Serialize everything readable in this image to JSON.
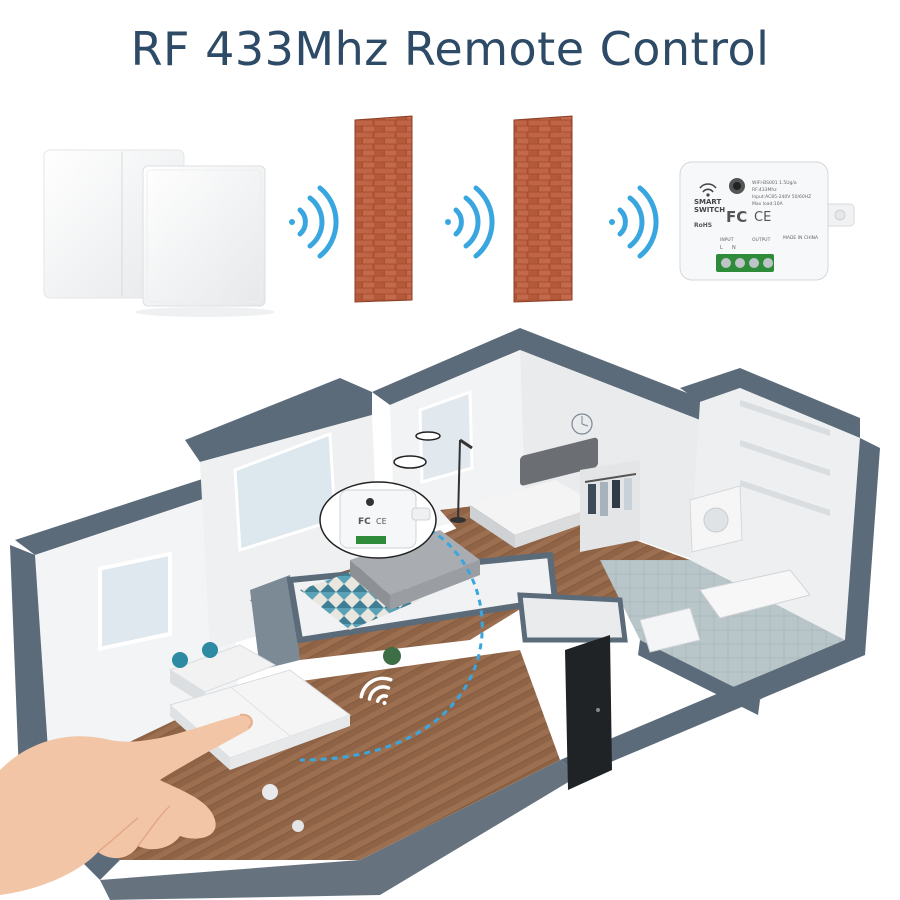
{
  "title": "RF 433Mhz Remote Control",
  "colors": {
    "title": "#2d4a66",
    "signal": "#3aa6e0",
    "brick": "#b3563d",
    "terminal_block": "#2e8b3a",
    "floor": "#9a6e4e",
    "walls": "#5b6b7a"
  },
  "receiver": {
    "brand": "SMART\nSWITCH",
    "brand_line1": "SMART",
    "brand_line2": "SWITCH",
    "spec_line1": "WIFI-BS001 1.5Ug/a",
    "spec_line2": "RF:433Mhz",
    "spec_line3": "Input:AC85-240V 50/60HZ",
    "spec_line4": "Max load:10A",
    "cert_fc": "FC",
    "cert_ce": "CE",
    "cert_rohs": "RoHS",
    "label_input": "INPUT",
    "label_output": "OUTPUT",
    "label_l": "L",
    "label_n": "N",
    "made_in": "MADE IN CHINA"
  },
  "icons": [
    "wall-switch-icon",
    "rf-signal-icon",
    "brick-wall-icon",
    "receiver-module-icon",
    "wifi-icon",
    "finger-hand-icon"
  ]
}
